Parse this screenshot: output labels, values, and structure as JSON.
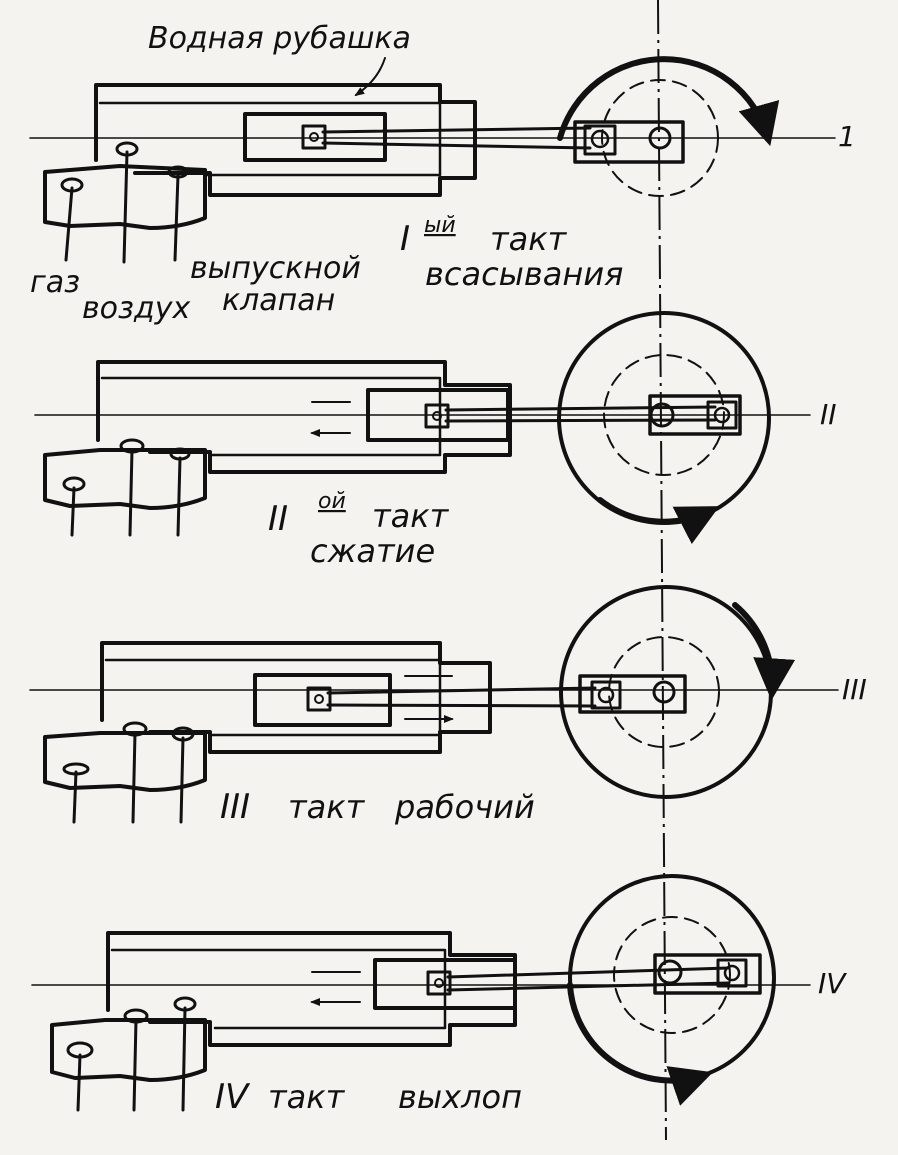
{
  "labels": {
    "water_jacket": "Водная рубашка",
    "gas": "газ",
    "air": "воздух",
    "exhaust_valve_1": "выпускной",
    "exhaust_valve_2": "клапан"
  },
  "strokes": [
    {
      "roman": "I",
      "suffix": "ый",
      "word": "такт",
      "name": "всасывания",
      "axis": "1"
    },
    {
      "roman": "II",
      "suffix": "ой",
      "word": "такт",
      "name": "сжатие",
      "axis": "II"
    },
    {
      "roman": "III",
      "word": "такт",
      "name": "рабочий",
      "axis": "III"
    },
    {
      "roman": "IV",
      "word": "такт",
      "name": "выхлоп",
      "axis": "IV"
    }
  ]
}
